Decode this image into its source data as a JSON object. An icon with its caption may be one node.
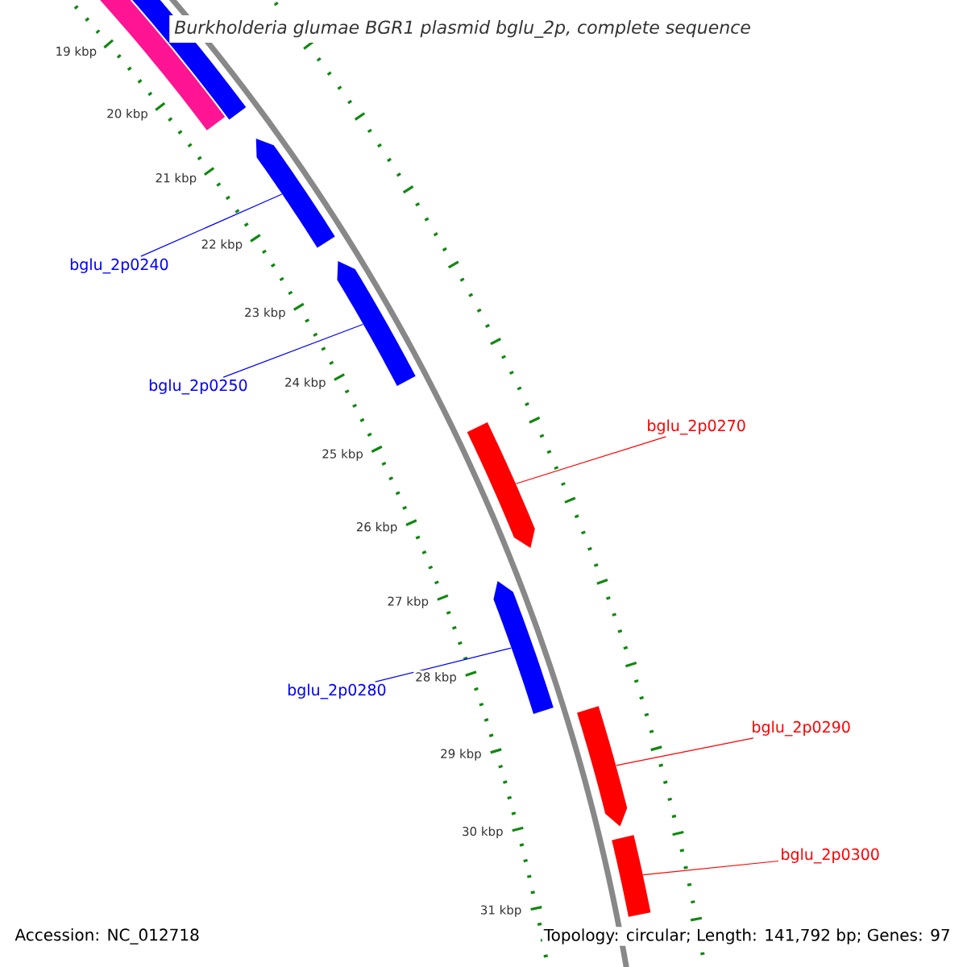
{
  "diagram": {
    "title": "Burkholderia glumae BGR1 plasmid bglu_2p, complete sequence",
    "nodes": [
      {
        "text": [],
        "shape": "bar"
      },
      {
        "text": [],
        "shape": "bar"
      },
      {
        "text": [
          "bglu_2p0240"
        ]
      },
      {
        "text": [],
        "shape": "bar"
      },
      {
        "text": [
          "bglu_2p0250"
        ]
      },
      {
        "text": [],
        "shape": "bar"
      },
      {
        "text": [
          "bglu_2p0270"
        ]
      },
      {
        "text": [],
        "shape": "bar"
      },
      {
        "text": [],
        "shape": "bar"
      },
      {
        "text": [
          "bglu_2p0280"
        ]
      },
      {
        "text": [
          "bglu_2p0290"
        ]
      },
      {
        "text": [],
        "shape": "bar"
      },
      {
        "text": [
          "bglu_2p0300"
        ]
      },
      {
        "text": [],
        "shape": "bar"
      }
    ],
    "edges": [
      {
        "from": 2,
        "to": 3,
        "arrow": "none",
        "color": "#0000ff"
      },
      {
        "from": 4,
        "to": 5,
        "arrow": "none",
        "color": "#0000ff"
      },
      {
        "from": 6,
        "to": 7,
        "arrow": "none",
        "color": "#ff0000"
      },
      {
        "from": 9,
        "to": 8,
        "arrow": "none",
        "color": "#0000ff"
      },
      {
        "from": 10,
        "to": 11,
        "arrow": "none",
        "color": "#ff0000"
      },
      {
        "from": 12,
        "to": 13,
        "arrow": "none",
        "color": "#ff0000"
      }
    ],
    "labels": [
      "19 kbp",
      "20 kbp",
      "21 kbp",
      "22 kbp",
      "23 kbp",
      "24 kbp",
      "25 kbp",
      "26 kbp",
      "27 kbp",
      "28 kbp",
      "29 kbp",
      "30 kbp",
      "31 kbp",
      "Accession: NC_012718",
      "Topology: circular; Length: 141,792 bp; Genes: 97"
    ]
  }
}
